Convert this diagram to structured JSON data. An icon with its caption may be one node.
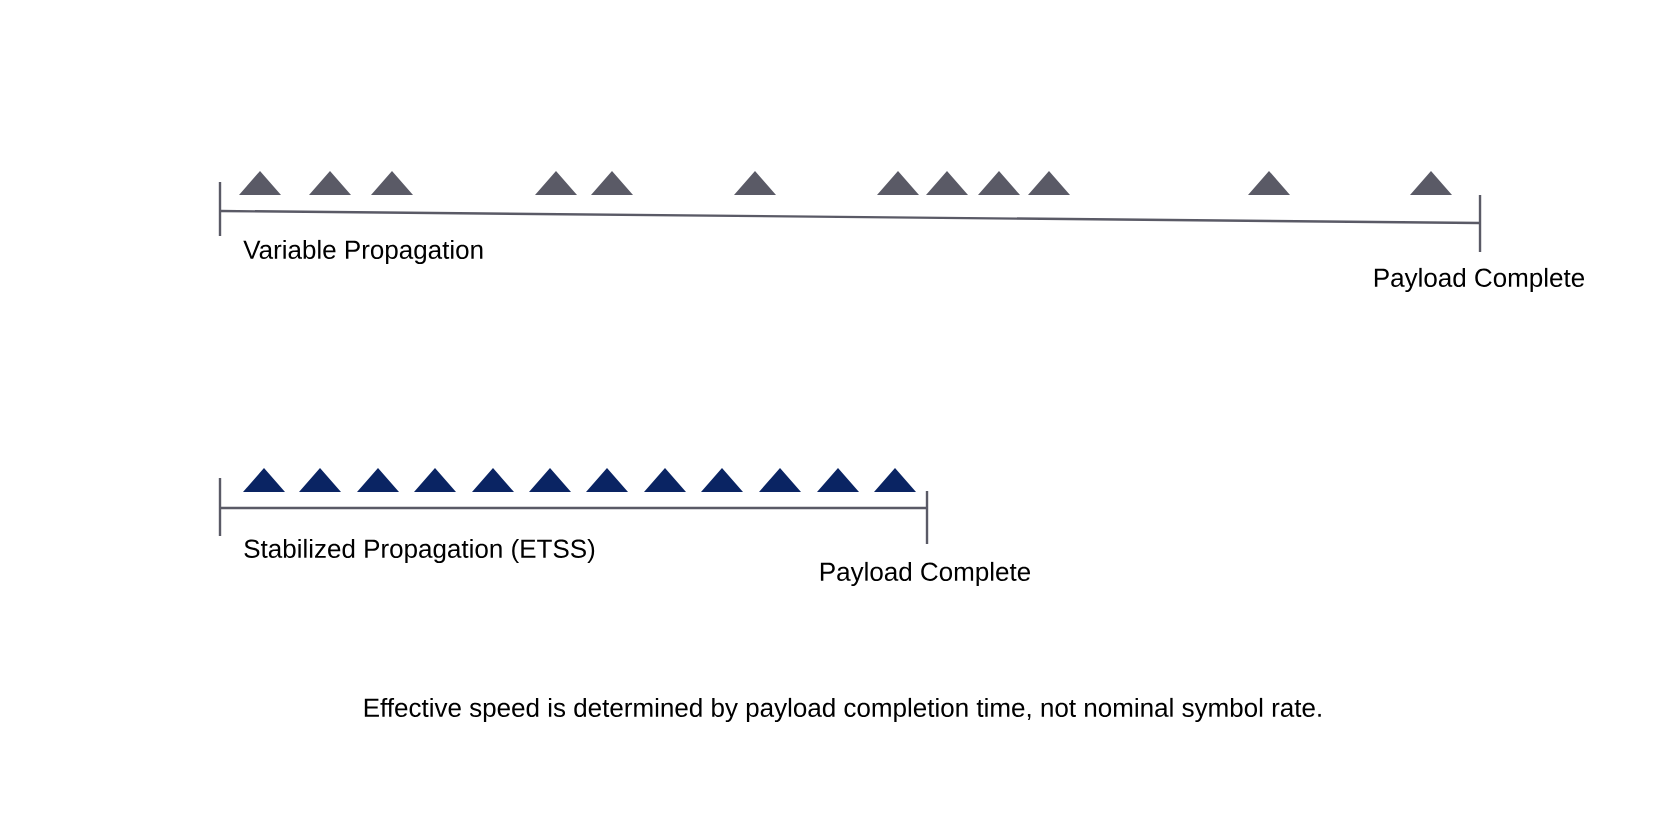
{
  "diagram": {
    "caption": "Effective speed is determined by payload completion time, not nominal symbol rate.",
    "labels": [
      "Variable Propagation",
      "Payload Complete",
      "Stabilized Propagation (ETSS)",
      "Payload Complete"
    ]
  }
}
